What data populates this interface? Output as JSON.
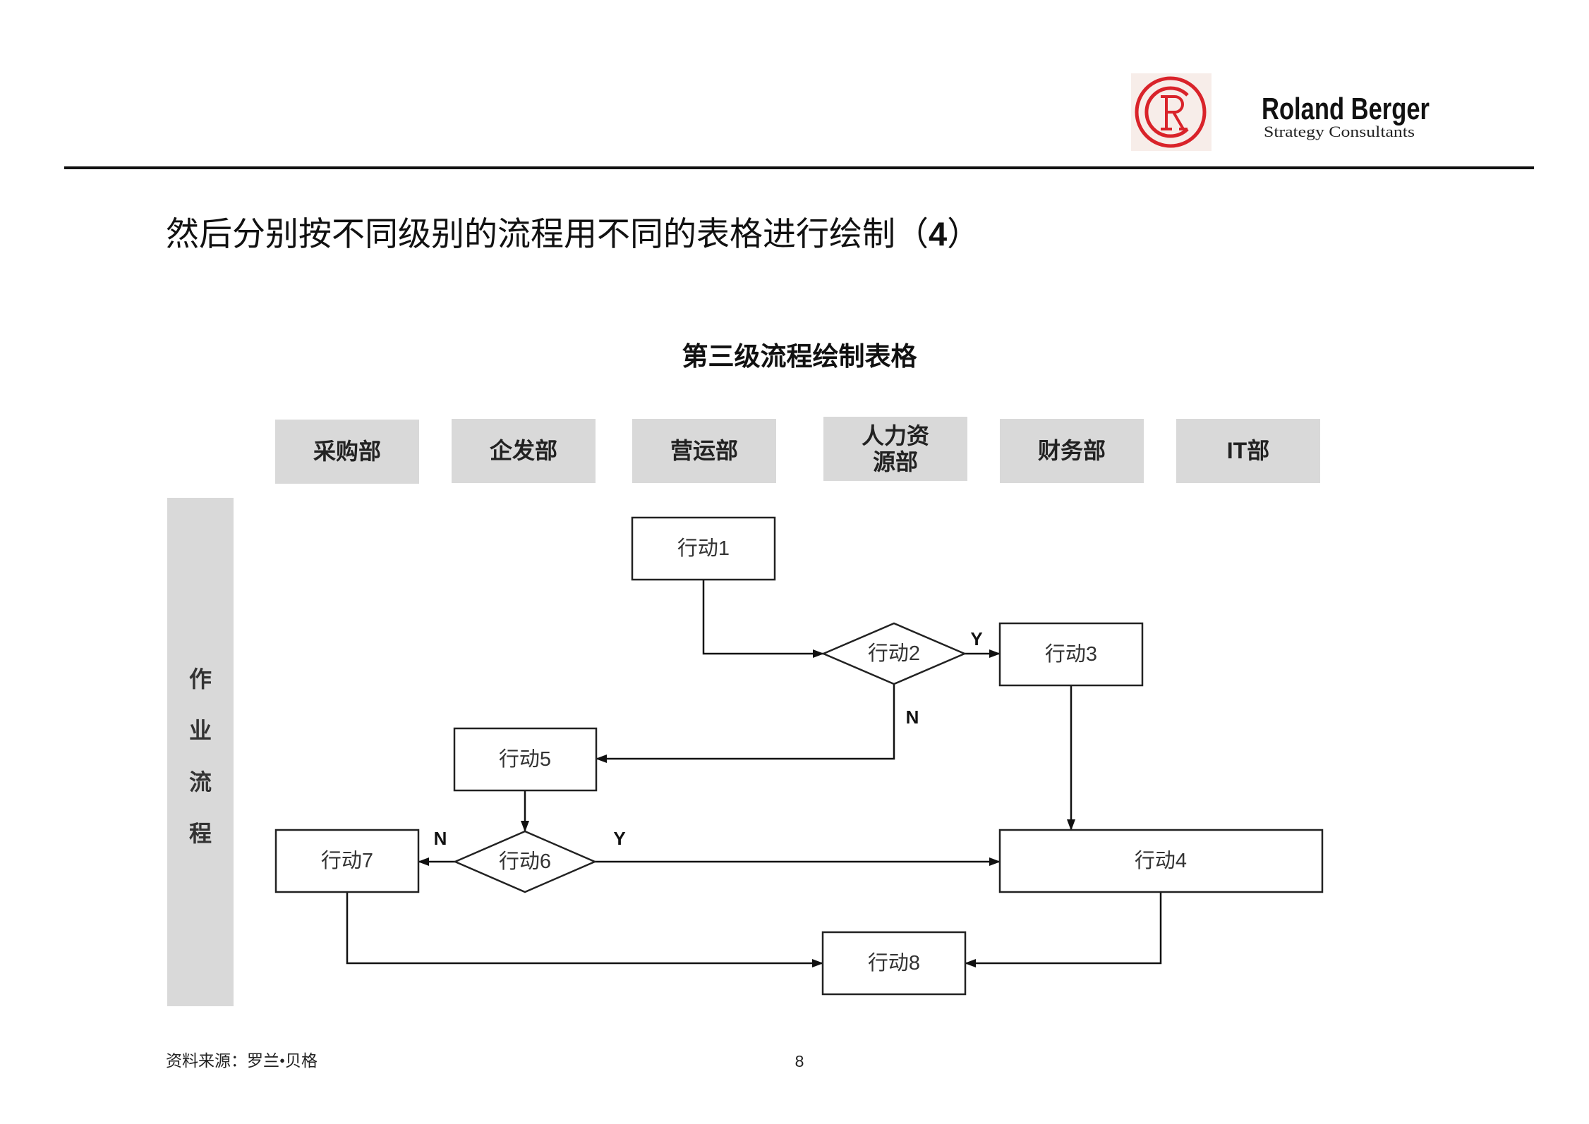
{
  "logo": {
    "monogram": "RC",
    "brand_name": "Roland Berger",
    "tagline": "Strategy Consultants"
  },
  "header": {
    "title": "然后分别按不同级别的流程用不同的表格进行绘制",
    "title_open_paren": "（",
    "title_number": "4",
    "title_close_paren": "）"
  },
  "table": {
    "caption": "第三级流程绘制表格",
    "columns": [
      "采购部",
      "企发部",
      "营运部",
      "人力资源部",
      "财务部",
      "IT部"
    ],
    "row_label": "作业流程"
  },
  "flow": {
    "actions": {
      "a1": "行动1",
      "a2": "行动2",
      "a3": "行动3",
      "a4": "行动4",
      "a5": "行动5",
      "a6": "行动6",
      "a7": "行动7",
      "a8": "行动8"
    },
    "branch_labels": {
      "a2_yes": "Y",
      "a2_no": "N",
      "a6_no": "N",
      "a6_yes": "Y"
    }
  },
  "footer": {
    "source": "资料来源：罗兰•贝格",
    "page_number": "8"
  },
  "colors": {
    "logo_red": "#d9232a",
    "header_fill": "#d9d9d9",
    "line": "#111111"
  }
}
